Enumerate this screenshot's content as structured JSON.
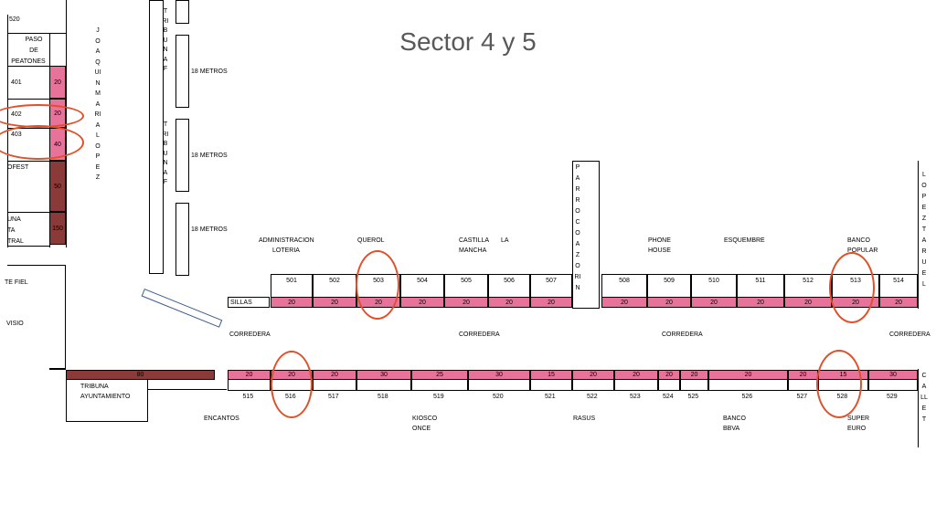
{
  "title": "Sector 4 y 5",
  "left_column": {
    "top_code": "520",
    "paso": [
      "PASO",
      "DE",
      "PEATONES"
    ],
    "rows": [
      {
        "code": "401",
        "value": "20"
      },
      {
        "code": "402",
        "value": "20"
      },
      {
        "code": "403",
        "value": "40"
      },
      {
        "code": "OFEST",
        "value": "50"
      },
      {
        "code": "UNA",
        "value": "150"
      }
    ],
    "ta": "TA",
    "tral": "TRAL",
    "te_fiel": "TE FIEL",
    "visio": "VISIO"
  },
  "street_joaquin": "JOAQUIN MARIA LOPEZ",
  "tribuna_f": "TRIBUNA F",
  "metros": [
    "18 METROS",
    "18 METROS",
    "18 METROS"
  ],
  "parroco": "PARROCO AZORIN",
  "lopez_taruel": "LOPEZ TARUEL",
  "calle": "CALLE T",
  "sillas": "SILLAS",
  "upper_row": {
    "codes": [
      "501",
      "502",
      "503",
      "504",
      "505",
      "506",
      "507",
      "508",
      "509",
      "510",
      "511",
      "512",
      "513",
      "514"
    ],
    "values": [
      "20",
      "20",
      "20",
      "20",
      "20",
      "20",
      "20",
      "20",
      "20",
      "20",
      "20",
      "20",
      "20",
      "20"
    ]
  },
  "lower_row": {
    "first_value": "80",
    "codes": [
      "515",
      "516",
      "517",
      "518",
      "519",
      "520",
      "521",
      "522",
      "523",
      "524",
      "525",
      "526",
      "527",
      "528",
      "529"
    ],
    "values": [
      "20",
      "20",
      "20",
      "30",
      "25",
      "30",
      "15",
      "20",
      "20",
      "20",
      "20",
      "20",
      "20",
      "15",
      "30"
    ]
  },
  "upper_labels": {
    "administracion": "ADMINISTRACION",
    "loteria": "LOTERIA",
    "querol": "QUEROL",
    "castilla": "CASTILLA",
    "mancha": "MANCHA",
    "la": "LA",
    "phone": "PHONE",
    "house": "HOUSE",
    "esquembre": "ESQUEMBRE",
    "banco": "BANCO",
    "popular": "POPULAR"
  },
  "corredera": [
    "CORREDERA",
    "CORREDERA",
    "CORREDERA",
    "CORREDERA"
  ],
  "lower_labels": {
    "tribuna": "TRIBUNA",
    "ayuntamiento": "AYUNTAMIENTO",
    "encantos": "ENCANTOS",
    "kiosco": "KIOSCO",
    "once": "ONCE",
    "rasus": "RASUS",
    "banco": "BANCO",
    "bbva": "BBVA",
    "super": "SUPER",
    "euro": "EURO"
  },
  "colors": {
    "pink": "#e8739a",
    "dark": "#8b3a3a",
    "ring": "#e0502a",
    "title": "#595959"
  }
}
